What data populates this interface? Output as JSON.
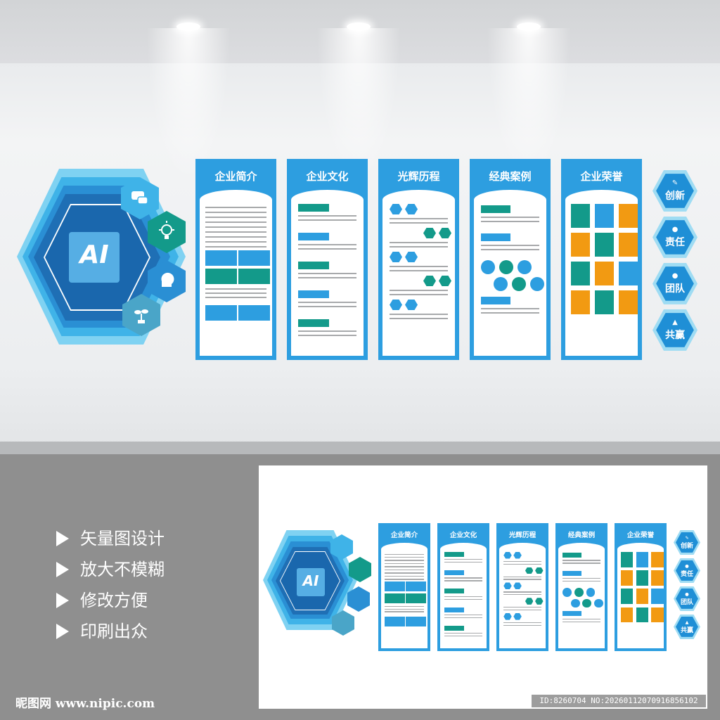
{
  "panels": [
    {
      "title": "企业简介"
    },
    {
      "title": "企业文化"
    },
    {
      "title": "光辉历程"
    },
    {
      "title": "经典案例"
    },
    {
      "title": "企业荣誉"
    }
  ],
  "center_logo": "AI",
  "values": [
    {
      "label": "创新",
      "icon": "pencil-icon"
    },
    {
      "label": "责任",
      "icon": "people-icon"
    },
    {
      "label": "团队",
      "icon": "team-icon"
    },
    {
      "label": "共赢",
      "icon": "growth-chart-icon"
    }
  ],
  "hex_icons": [
    "chat-icon",
    "lightbulb-icon",
    "head-icon",
    "sprout-icon"
  ],
  "features": [
    "矢量图设计",
    "放大不模糊",
    "修改方便",
    "印刷出众"
  ],
  "watermark": {
    "logo": "昵图网 www.nipic.com",
    "id": "ID:8260704 NO:20260112070916856102"
  },
  "colors": {
    "blue": "#2d9ee0",
    "teal": "#139a8a",
    "orange": "#f29a12",
    "dark_blue": "#1f6fb5",
    "light_blue": "#56c2ec"
  }
}
